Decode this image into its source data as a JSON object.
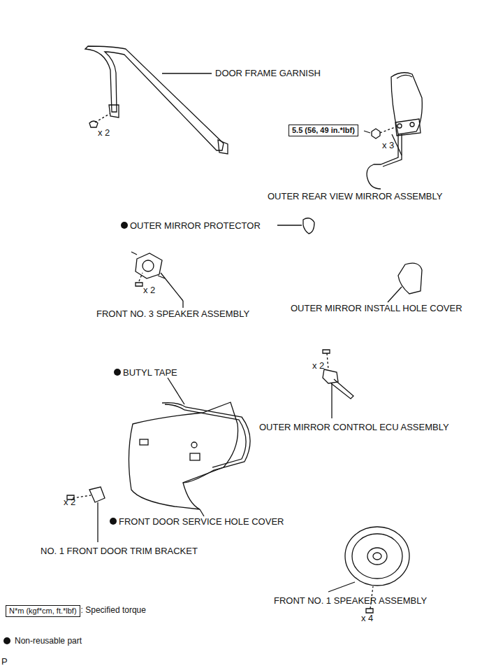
{
  "diagram": {
    "nodes": [
      {
        "text": [
          "5.5 (56, 49 in.*lbf)"
        ]
      },
      {
        "text": [
          "N*m (kgf*cm, ft.*lbf)"
        ]
      }
    ],
    "labels": [
      "DOOR FRAME GARNISH",
      "x 2",
      "x 3",
      "OUTER REAR VIEW MIRROR ASSEMBLY",
      "OUTER MIRROR PROTECTOR",
      "x 2",
      "FRONT NO. 3 SPEAKER ASSEMBLY",
      "OUTER MIRROR INSTALL HOLE COVER",
      "x 2",
      "BUTYL TAPE",
      "OUTER MIRROR CONTROL ECU ASSEMBLY",
      "FRONT DOOR SERVICE HOLE COVER",
      "x 2",
      "NO. 1 FRONT DOOR TRIM BRACKET",
      "x 4",
      "FRONT NO. 1 SPEAKER ASSEMBLY",
      "P"
    ],
    "legend": [
      {
        "text": ": Specified torque"
      },
      {
        "text": "Non-reusable part"
      }
    ]
  }
}
